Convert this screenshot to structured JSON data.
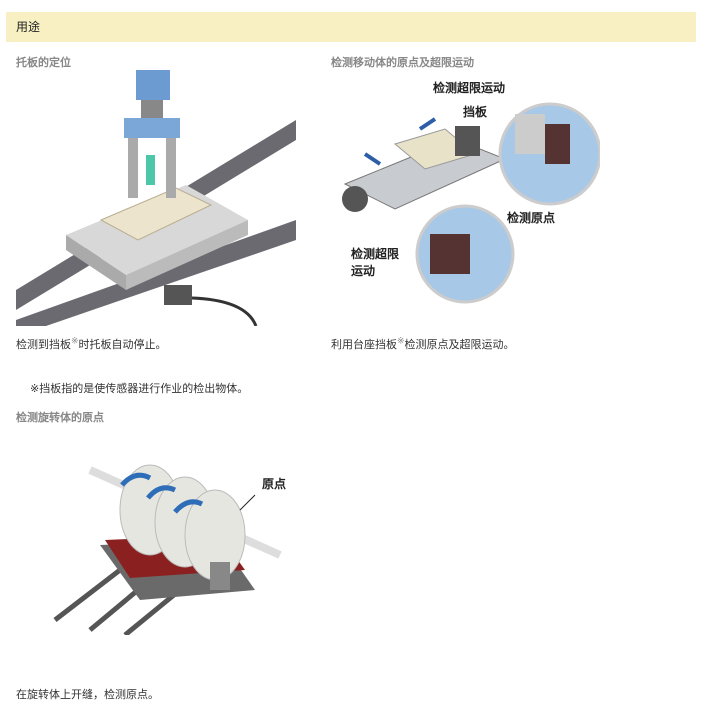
{
  "section_title": "用途",
  "blocks": [
    {
      "title": "托板的定位",
      "caption_pre": "检测到挡板",
      "caption_mark": "※",
      "caption_post": "时托板自动停止。"
    },
    {
      "title": "检测移动体的原点及超限运动",
      "caption_pre": "利用台座挡板",
      "caption_mark": "※",
      "caption_post": "检测原点及超限运动。",
      "labels": {
        "overtravel_top": "检测超限运动",
        "shield": "挡板",
        "origin": "检测原点",
        "overtravel_bottom_1": "检测超限",
        "overtravel_bottom_2": "运动"
      }
    },
    {
      "title": "检测旋转体的原点",
      "caption": "在旋转体上开缝，检测原点。",
      "labels": {
        "origin": "原点"
      }
    }
  ],
  "note": "※挡板指的是使传感器进行作业的检出物体。"
}
